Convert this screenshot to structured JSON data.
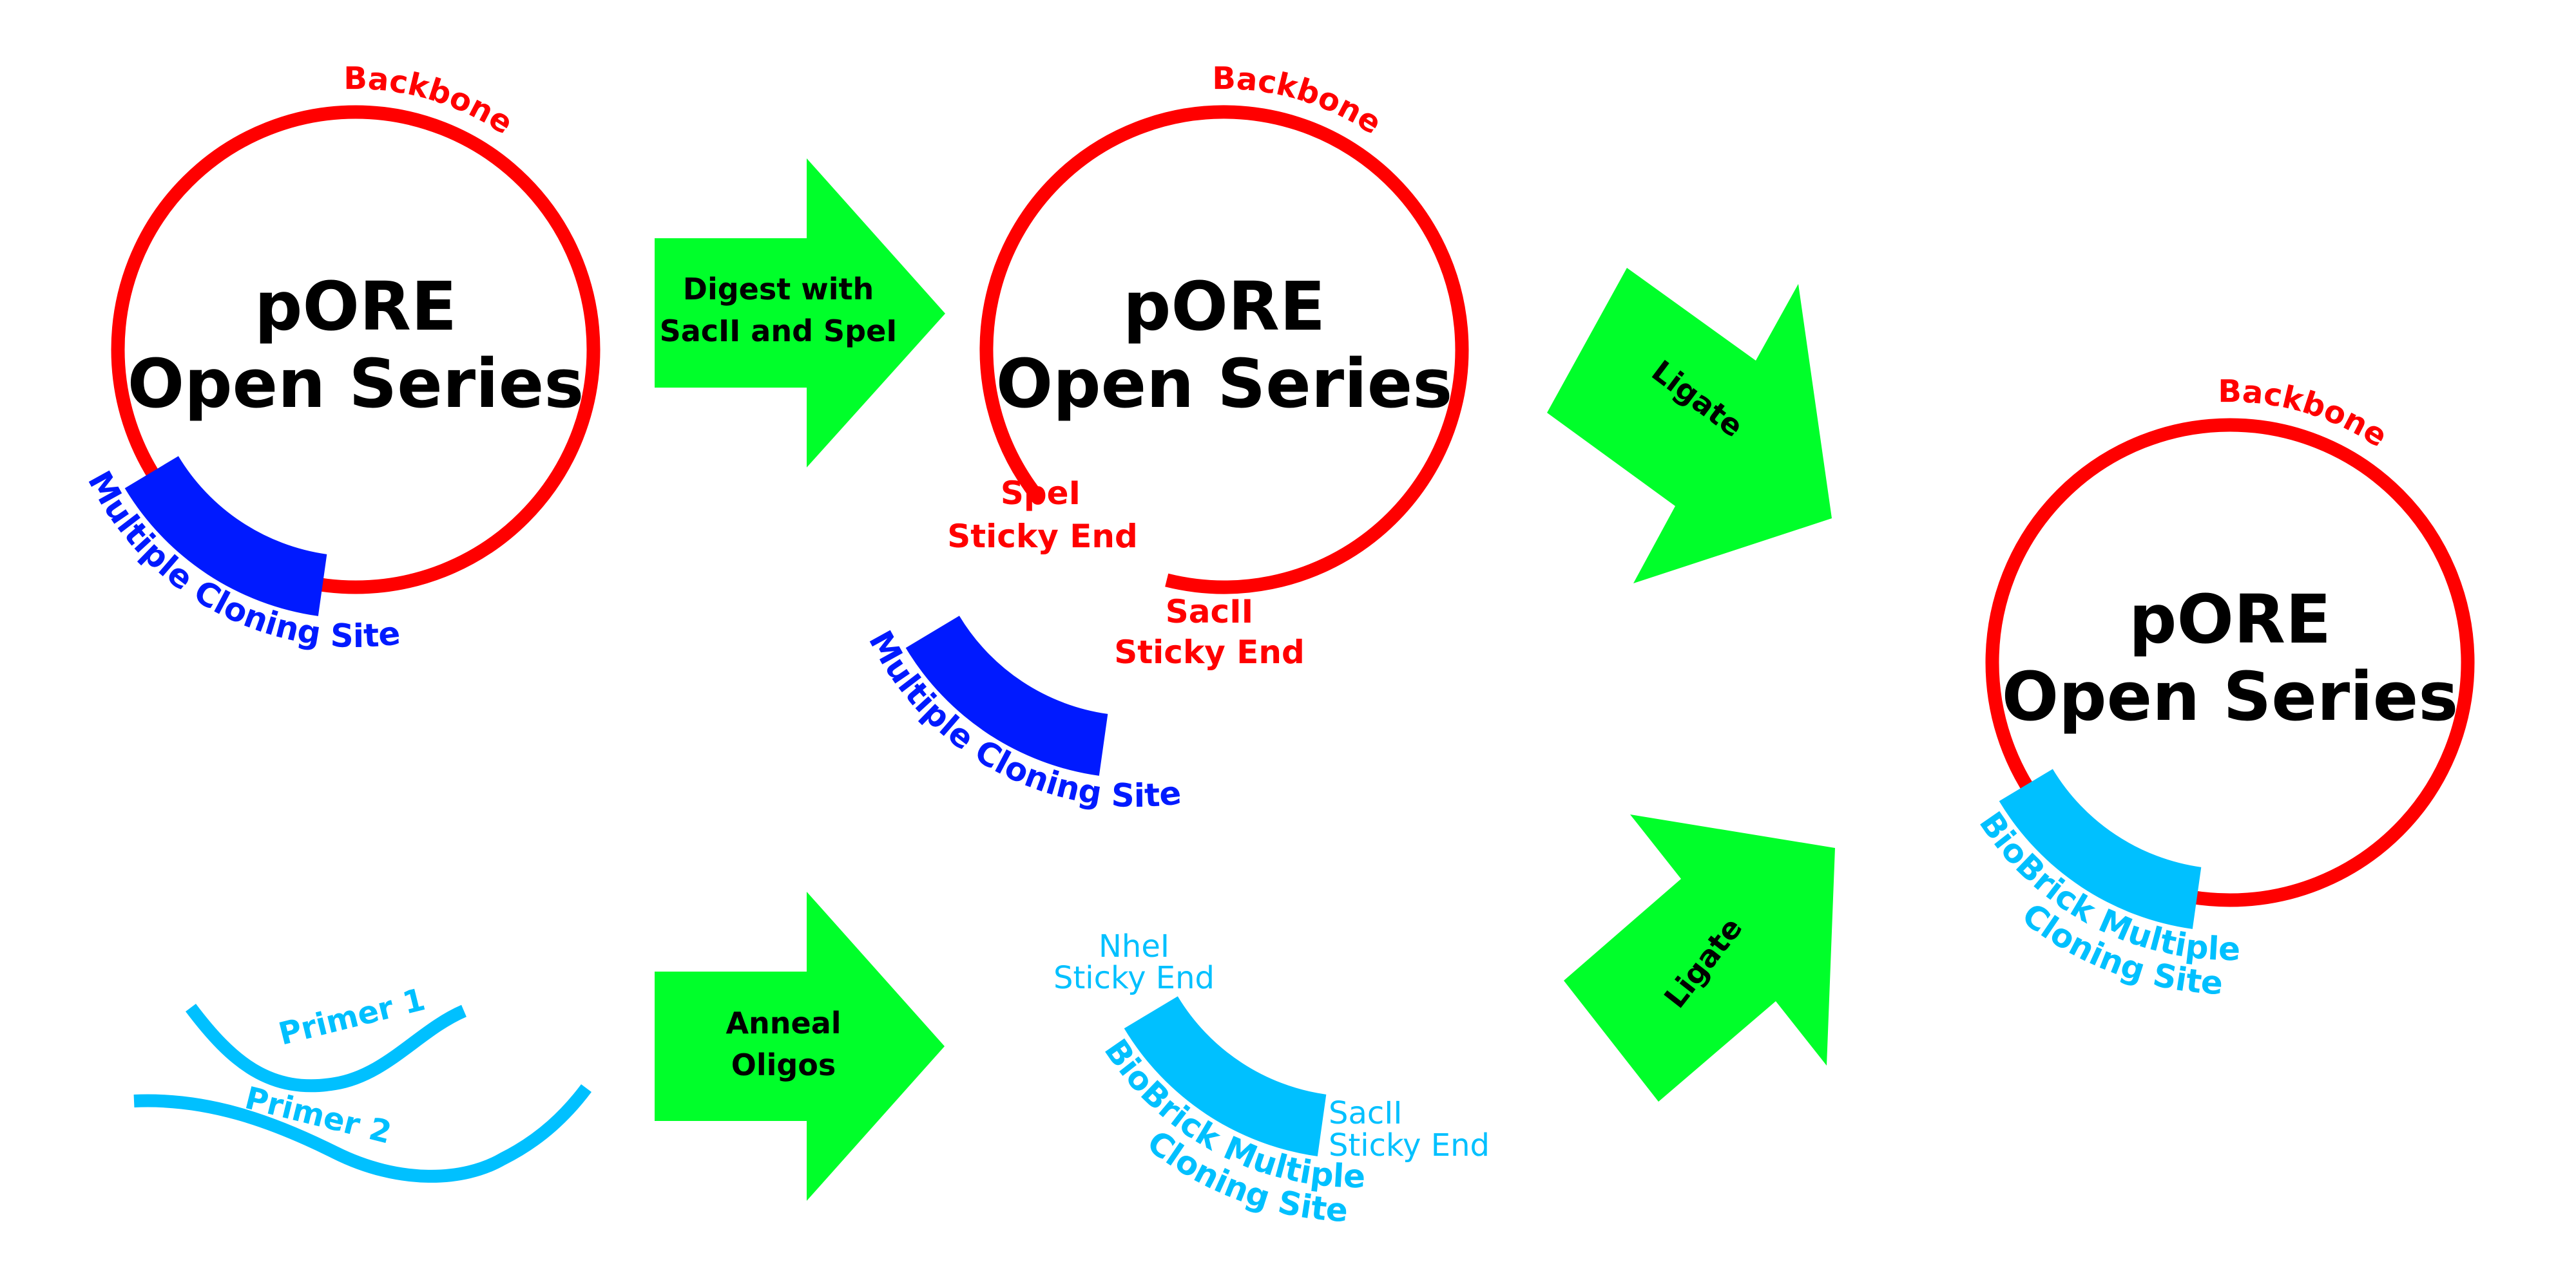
{
  "colors": {
    "backbone": "#FF0000",
    "mcs": "#001AFF",
    "biobrick": "#00C0FF",
    "arrow": "#00FF2A",
    "text": "#000000"
  },
  "plasmid_original": {
    "title_line1": "pORE",
    "title_line2": "Open Series",
    "backbone_label": "Backbone",
    "insert_label": "Multiple Cloning Site"
  },
  "arrow_digest": {
    "line1": "Digest with",
    "line2": "SacII and SpeI"
  },
  "plasmid_digested": {
    "title_line1": "pORE",
    "title_line2": "Open Series",
    "backbone_label": "Backbone",
    "spei_end_line1": "SpeI",
    "spei_end_line2": "Sticky End",
    "sacii_end_line1": "SacII",
    "sacii_end_line2": "Sticky End"
  },
  "excised_fragment": {
    "label": "Multiple Cloning Site"
  },
  "primers": {
    "primer1": "Primer 1",
    "primer2": "Primer 2"
  },
  "arrow_anneal": {
    "line1": "Anneal",
    "line2": "Oligos"
  },
  "biobrick_fragment": {
    "nhei_line1": "NheI",
    "nhei_line2": "Sticky End",
    "sacii_line1": "SacII",
    "sacii_line2": "Sticky End",
    "label_line1": "BioBrick Multiple",
    "label_line2": "Cloning Site"
  },
  "arrow_ligate_top": {
    "label": "Ligate"
  },
  "arrow_ligate_bottom": {
    "label": "Ligate"
  },
  "plasmid_final": {
    "title_line1": "pORE",
    "title_line2": "Open Series",
    "backbone_label": "Backbone",
    "insert_label_line1": "BioBrick Multiple",
    "insert_label_line2": "Cloning Site"
  }
}
